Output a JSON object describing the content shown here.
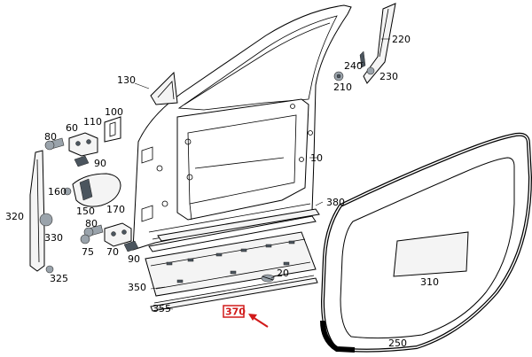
{
  "callouts": {
    "c10": "10",
    "c20": "20",
    "c60": "60",
    "c70": "70",
    "c75": "75",
    "c80a": "80",
    "c80b": "80",
    "c90a": "90",
    "c90b": "90",
    "c100": "100",
    "c110": "110",
    "c130": "130",
    "c150": "150",
    "c160": "160",
    "c170": "170",
    "c210": "210",
    "c220": "220",
    "c230": "230",
    "c240": "240",
    "c250": "250",
    "c310": "310",
    "c320": "320",
    "c325": "325",
    "c330": "330",
    "c350": "350",
    "c355": "355",
    "c370": "370",
    "c380": "380"
  },
  "highlight": {
    "part_number": "370",
    "color": "#d11a1a"
  }
}
